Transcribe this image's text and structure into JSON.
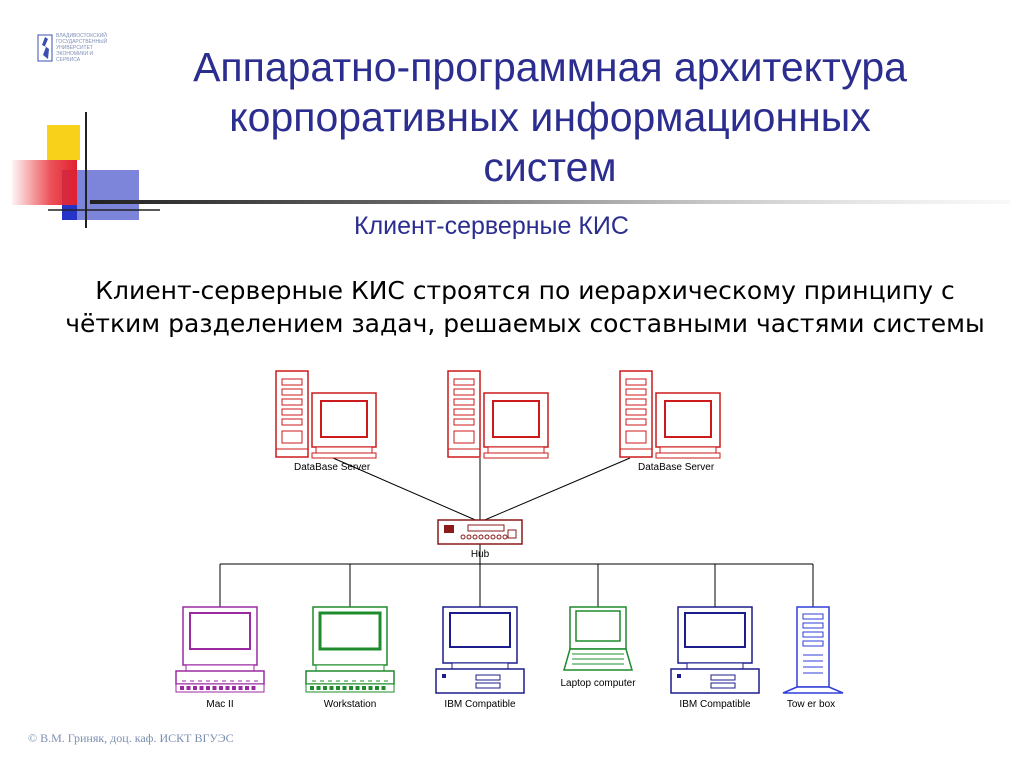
{
  "slide": {
    "title_lines": [
      "Аппаратно-программная архитектура",
      "корпоративных информационных",
      "систем"
    ],
    "subtitle": "Клиент-серверные КИС",
    "body_lines": [
      "Клиент-серверные КИС строятся по иерархическому принципу с",
      "чётким разделением задач, решаемых составными частями системы"
    ],
    "footer": "© В.М. Гриняк, доц. каф. ИСКТ ВГУЭС",
    "logo_lines": [
      "ВЛАДИВОСТОКСКИЙ",
      "ГОСУДАРСТВЕННЫЙ",
      "УНИВЕРСИТЕТ",
      "ЭКОНОМИКИ И",
      "СЕРВИСА"
    ]
  },
  "diagram": {
    "servers": [
      {
        "label": "DataBase Server",
        "color": "#cc1a1a"
      },
      {
        "label": "",
        "color": "#cc1a1a"
      },
      {
        "label": "DataBase Server",
        "color": "#cc1a1a"
      }
    ],
    "hub": {
      "label": "Hub",
      "color": "#8b1a1a"
    },
    "clients": [
      {
        "label": "Mac II",
        "color": "#9b2aa0",
        "kind": "mac"
      },
      {
        "label": "Workstation",
        "color": "#1e8c2c",
        "kind": "workstation"
      },
      {
        "label": "IBM Compatible",
        "color": "#1c1c8c",
        "kind": "ibm"
      },
      {
        "label": "Laptop computer",
        "color": "#1e8c2c",
        "kind": "laptop"
      },
      {
        "label": "IBM Compatible",
        "color": "#1c1c8c",
        "kind": "ibm"
      },
      {
        "label": "Tow er box",
        "color": "#2f3fd8",
        "kind": "tower"
      }
    ],
    "line_color": "#000000"
  }
}
